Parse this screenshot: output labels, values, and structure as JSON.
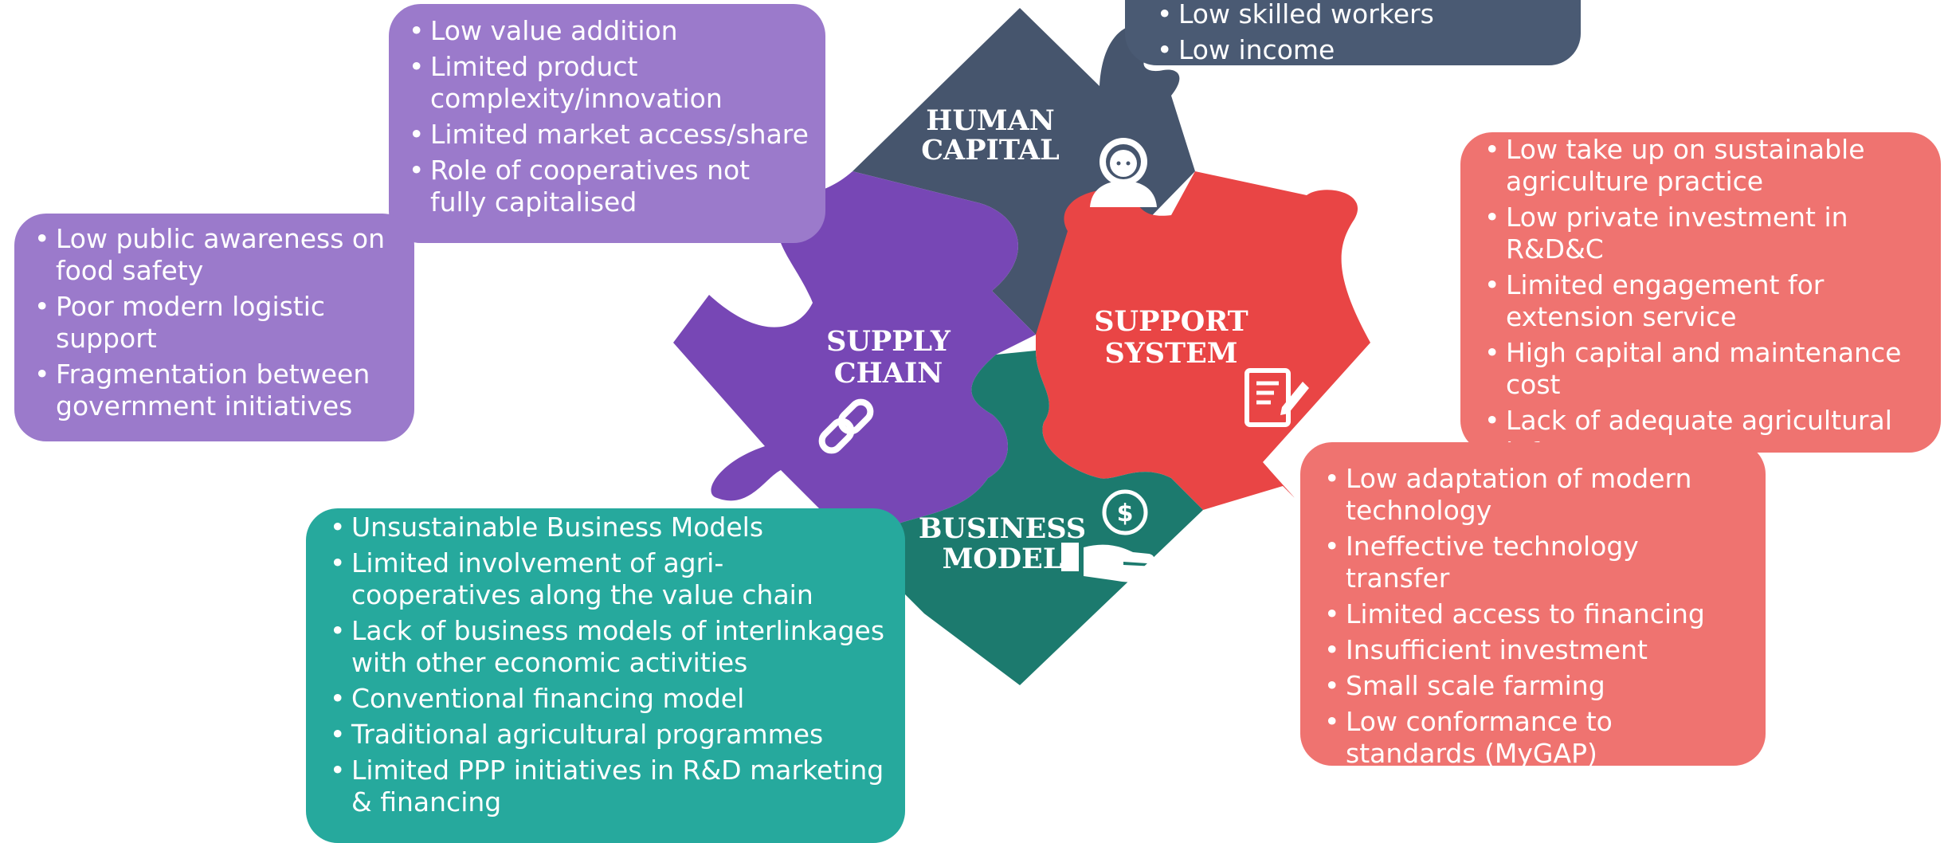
{
  "pieces": {
    "human_capital": {
      "line1": "HUMAN",
      "line2": "CAPITAL",
      "color": "#46556d",
      "icon": "person-icon"
    },
    "supply_chain": {
      "line1": "SUPPLY",
      "line2": "CHAIN",
      "color": "#7747b5",
      "icon": "chain-link-icon"
    },
    "support_system": {
      "line1": "SUPPORT",
      "line2": "SYSTEM",
      "color": "#e94545",
      "icon": "document-pen-icon"
    },
    "business_model": {
      "line1": "BUSINESS",
      "line2": "MODEL",
      "color": "#1c7a6e",
      "icon": "money-hand-icon"
    }
  },
  "boxes": {
    "human_capital": [
      "Low skilled workers",
      "Low income"
    ],
    "supply_chain_top": [
      "Low value addition",
      "Limited product complexity/innovation",
      "Limited market access/share",
      "Role of cooperatives not fully capitalised"
    ],
    "supply_chain_left": [
      "Low public awareness on food safety",
      "Poor modern logistic support",
      "Fragmentation between government initiatives"
    ],
    "support_system_top": [
      "Low take up on sustainable agriculture practice",
      "Low private investment in R&D&C",
      "Limited engagement for extension service",
      "High capital and maintenance cost",
      "Lack of adequate agricultural infrastructure"
    ],
    "support_system_bottom": [
      "Low adaptation of modern technology",
      "Ineffective technology transfer",
      "Limited access to financing",
      "Insufficient investment",
      "Small scale farming",
      "Low conformance to standards (MyGAP)"
    ],
    "business_model": [
      "Unsustainable Business Models",
      "Limited involvement of agri-cooperatives along the value  chain",
      "Lack of business models of interlinkages with other economic activities",
      "Conventional financing model",
      "Traditional agricultural programmes",
      "Limited PPP initiatives in R&D marketing & financing"
    ]
  }
}
